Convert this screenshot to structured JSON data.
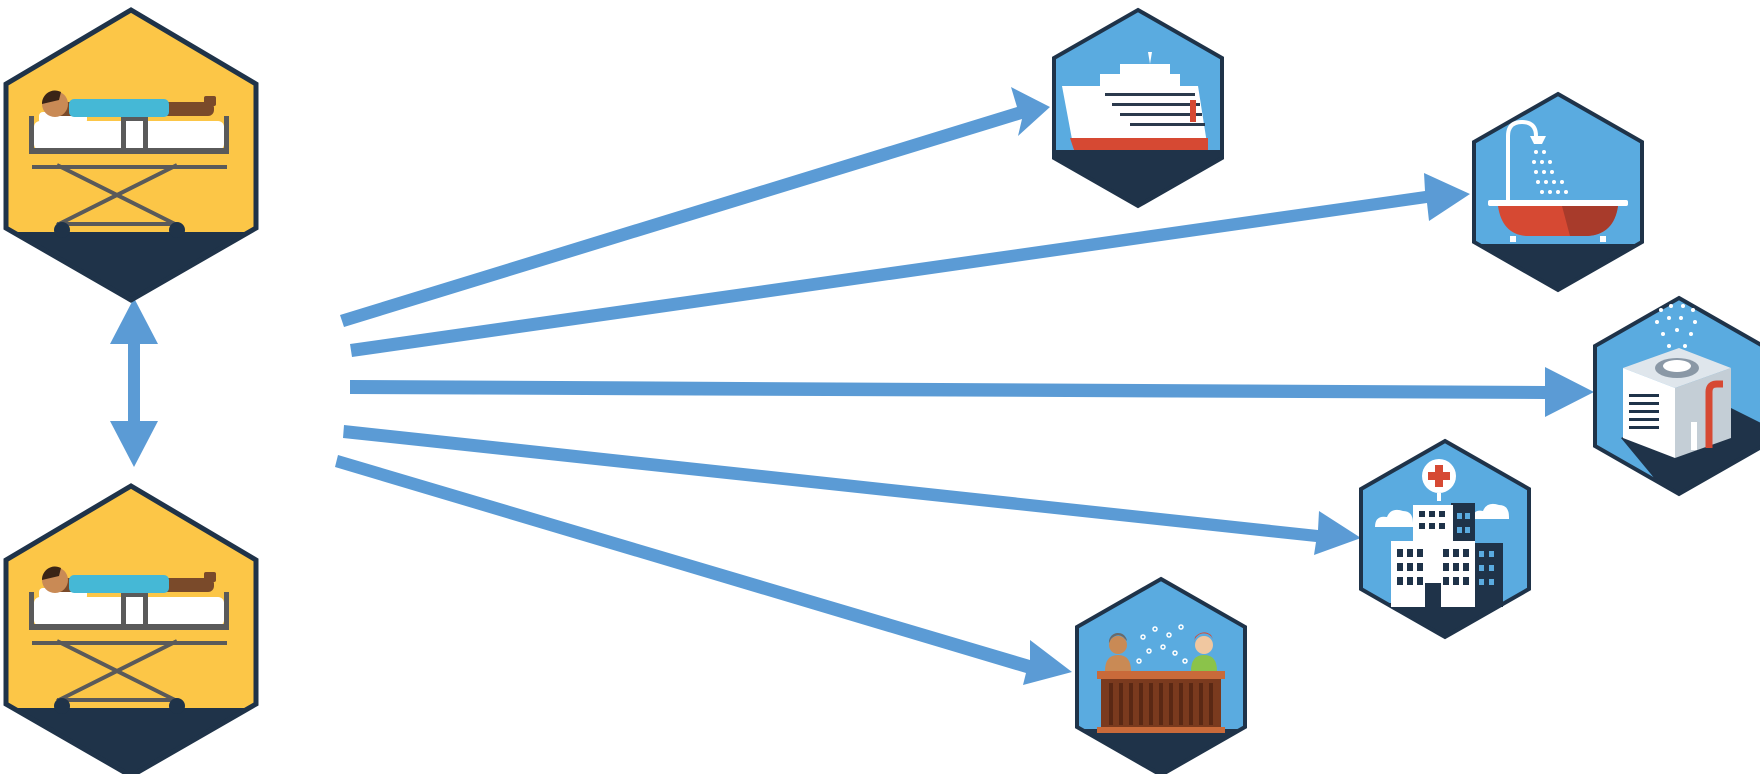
{
  "diagram": {
    "type": "flow",
    "text_labels": [],
    "colors": {
      "arrow": "#5b9bd5",
      "outline": "#1f3349",
      "patient_bg": "#fcc647",
      "source_bg": "#5aabe0",
      "accent_red": "#d64933",
      "white": "#ffffff"
    },
    "nodes": [
      {
        "id": "patient-top",
        "icon": "patient-on-stretcher-icon",
        "role": "patient"
      },
      {
        "id": "patient-bottom",
        "icon": "patient-on-stretcher-icon",
        "role": "patient"
      },
      {
        "id": "cruise-ship",
        "icon": "cruise-ship-icon",
        "role": "source"
      },
      {
        "id": "shower-bathtub",
        "icon": "shower-bathtub-icon",
        "role": "source"
      },
      {
        "id": "cooling-tower",
        "icon": "cooling-tower-icon",
        "role": "source"
      },
      {
        "id": "hospital",
        "icon": "hospital-building-icon",
        "role": "source"
      },
      {
        "id": "hot-tub",
        "icon": "hot-tub-icon",
        "role": "source"
      }
    ],
    "edges": [
      {
        "from": "patient-top",
        "to": "patient-bottom",
        "bidirectional": true
      },
      {
        "from": "hub",
        "to": "cruise-ship"
      },
      {
        "from": "hub",
        "to": "shower-bathtub"
      },
      {
        "from": "hub",
        "to": "cooling-tower"
      },
      {
        "from": "hub",
        "to": "hospital"
      },
      {
        "from": "hub",
        "to": "hot-tub"
      }
    ]
  }
}
